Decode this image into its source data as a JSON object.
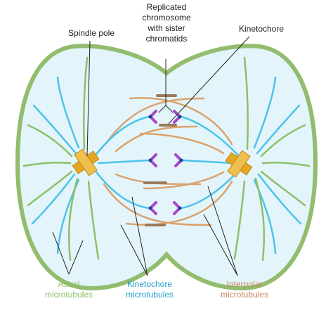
{
  "labels": {
    "replicated": [
      "Replicated",
      "chromosome",
      "with sister",
      "chromatids"
    ],
    "spindle_pole": "Spindle pole",
    "kinetochore": "Kinetochore",
    "astral": [
      "Astral",
      "microtubules"
    ],
    "kinetochore_mt": [
      "Kinetochore",
      "microtubules"
    ],
    "interpolar": [
      "Interpolar",
      "microtubules"
    ]
  },
  "colors": {
    "membrane": "#8dbf6b",
    "membrane_dots": "#b9a98a",
    "cytoplasm": "#e3f5fb",
    "astral": "#8cc068",
    "kinetochore_mt": "#4cc3ea",
    "interpolar": "#dba26d",
    "chromosome": "#a646c8",
    "kinetochore_dot": "#2a3aa2",
    "centrosome": "#e3a823",
    "leader": "#222222",
    "text_dark": "#222222",
    "text_astral": "#8cc068",
    "text_kinetochore_mt": "#1fa0cf",
    "text_interpolar": "#c8875a"
  }
}
